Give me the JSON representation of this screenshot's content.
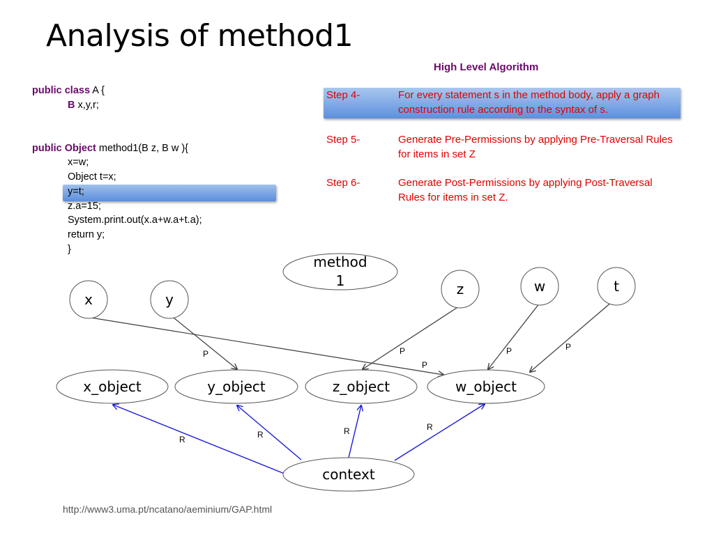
{
  "slide": {
    "title": "Analysis of method1",
    "url": "http://www3.uma.pt/ncatano/aeminium/GAP.html"
  },
  "code": {
    "class_kw": "public class",
    "class_rest": " A {",
    "field_type": "B",
    "field_rest": " x,y,r;",
    "method_kw": "public Object",
    "method_rest": " method1(B z, B w ){",
    "body": [
      "x=w;",
      "Object t=x;",
      "y=t;",
      "z.a=15;",
      "System.print.out(x.a+w.a+t.a);",
      "return y;",
      "}"
    ],
    "highlighted_line": "y=t;"
  },
  "algorithm": {
    "heading": "High Level Algorithm",
    "steps": [
      {
        "num": "Step 4-",
        "text": "For every statement s in the method body, apply a graph construction rule according to the syntax of s.",
        "highlighted": true
      },
      {
        "num": "Step 5-",
        "text": "Generate Pre-Permissions by applying Pre-Traversal Rules for items in set Z",
        "highlighted": false
      },
      {
        "num": "Step 6-",
        "text": "Generate Post-Permissions by applying Post-Traversal Rules for items in set Z.",
        "highlighted": false
      }
    ]
  },
  "graph": {
    "nodes": {
      "x": "x",
      "y": "y",
      "z": "z",
      "w": "w",
      "t": "t",
      "method_line1": "method",
      "method_line2": "1",
      "x_object": "x_object",
      "y_object": "y_object",
      "z_object": "z_object",
      "w_object": "w_object",
      "context": "context"
    },
    "edge_labels": {
      "y_to_yobj": "P",
      "z_to_zobj": "P",
      "x_to_wobj": "P",
      "w_to_wobj": "P",
      "t_to_wobj": "P",
      "ctx_to_xobj": "R",
      "ctx_to_yobj": "R",
      "ctx_to_zobj": "R",
      "ctx_to_wobj": "R"
    },
    "colors": {
      "reference_edge": "#1a1ad8",
      "permission_edge": "#3a3a3a"
    }
  }
}
